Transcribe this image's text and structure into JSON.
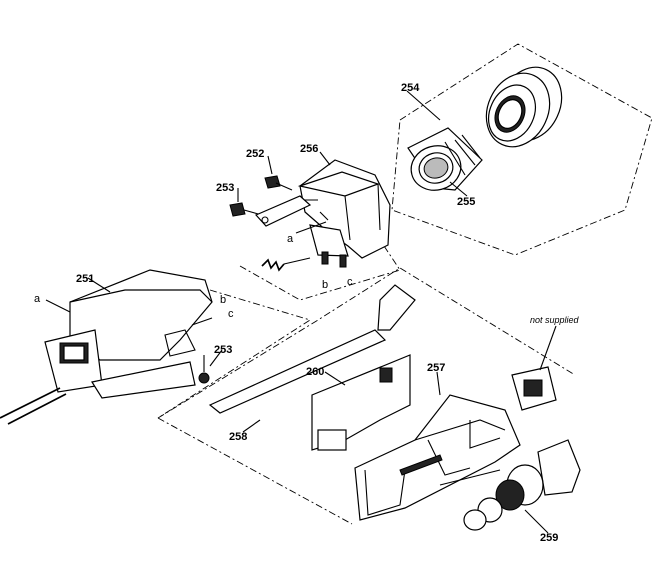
{
  "diagram": {
    "part_labels": {
      "p251": "251",
      "p252": "252",
      "p253a": "253",
      "p253b": "253",
      "p254": "254",
      "p255": "255",
      "p256": "256",
      "p257": "257",
      "p258": "258",
      "p259": "259",
      "p260": "260"
    },
    "letter_labels": {
      "a_left": "a",
      "a_right": "a",
      "b_left": "b",
      "b_right": "b",
      "c_left": "c",
      "c_right": "c"
    },
    "note": "not supplied"
  }
}
